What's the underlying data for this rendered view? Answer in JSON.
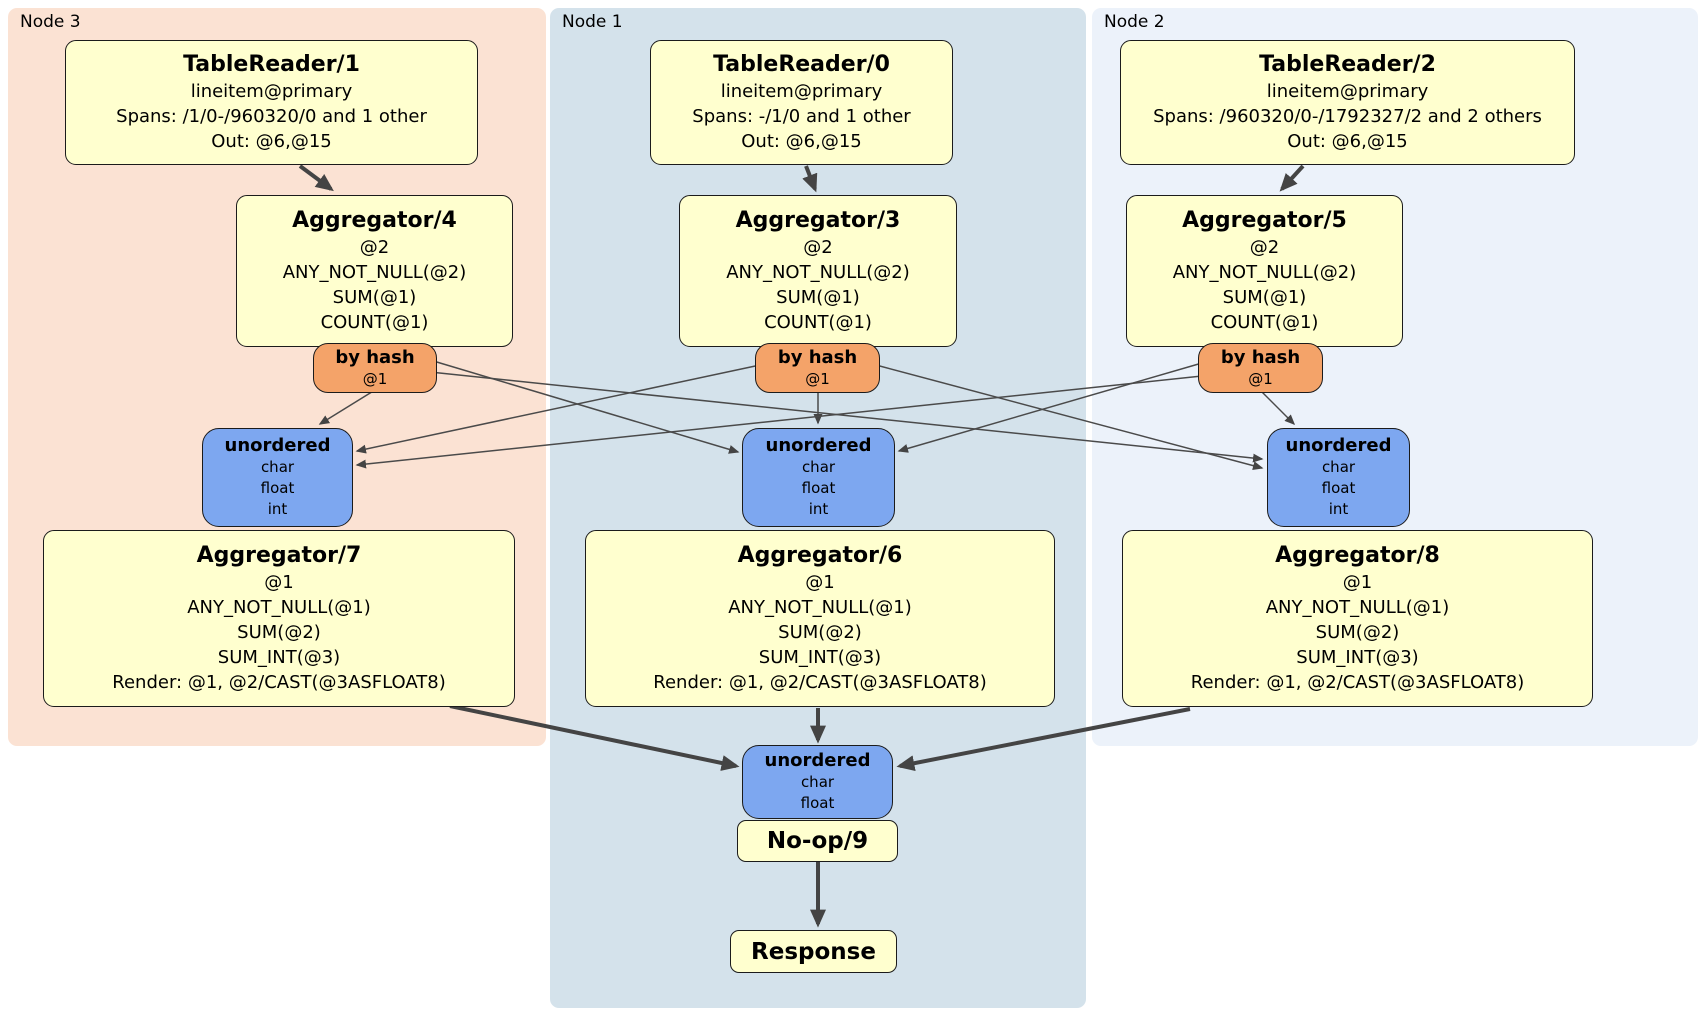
{
  "panels": [
    {
      "label": "Node 3"
    },
    {
      "label": "Node 1"
    },
    {
      "label": "Node 2"
    }
  ],
  "boxes": {
    "tr1": {
      "title": "TableReader/1",
      "lines": [
        "lineitem@primary",
        "Spans: /1/0-/960320/0 and 1 other",
        "Out: @6,@15"
      ]
    },
    "tr0": {
      "title": "TableReader/0",
      "lines": [
        "lineitem@primary",
        "Spans: -/1/0 and 1 other",
        "Out: @6,@15"
      ]
    },
    "tr2": {
      "title": "TableReader/2",
      "lines": [
        "lineitem@primary",
        "Spans: /960320/0-/1792327/2 and 2 others",
        "Out: @6,@15"
      ]
    },
    "agg4": {
      "title": "Aggregator/4",
      "lines": [
        "@2",
        "ANY_NOT_NULL(@2)",
        "SUM(@1)",
        "COUNT(@1)"
      ]
    },
    "agg3": {
      "title": "Aggregator/3",
      "lines": [
        "@2",
        "ANY_NOT_NULL(@2)",
        "SUM(@1)",
        "COUNT(@1)"
      ]
    },
    "agg5": {
      "title": "Aggregator/5",
      "lines": [
        "@2",
        "ANY_NOT_NULL(@2)",
        "SUM(@1)",
        "COUNT(@1)"
      ]
    },
    "agg7": {
      "title": "Aggregator/7",
      "lines": [
        "@1",
        "ANY_NOT_NULL(@1)",
        "SUM(@2)",
        "SUM_INT(@3)",
        "Render: @1, @2/CAST(@3ASFLOAT8)"
      ]
    },
    "agg6": {
      "title": "Aggregator/6",
      "lines": [
        "@1",
        "ANY_NOT_NULL(@1)",
        "SUM(@2)",
        "SUM_INT(@3)",
        "Render: @1, @2/CAST(@3ASFLOAT8)"
      ]
    },
    "agg8": {
      "title": "Aggregator/8",
      "lines": [
        "@1",
        "ANY_NOT_NULL(@1)",
        "SUM(@2)",
        "SUM_INT(@3)",
        "Render: @1, @2/CAST(@3ASFLOAT8)"
      ]
    },
    "noop": {
      "title": "No-op/9"
    },
    "response": {
      "title": "Response"
    }
  },
  "routers": [
    {
      "title": "by hash",
      "key": "@1"
    },
    {
      "title": "by hash",
      "key": "@1"
    },
    {
      "title": "by hash",
      "key": "@1"
    }
  ],
  "syncs": [
    {
      "title": "unordered",
      "types": [
        "char",
        "float",
        "int"
      ]
    },
    {
      "title": "unordered",
      "types": [
        "char",
        "float",
        "int"
      ]
    },
    {
      "title": "unordered",
      "types": [
        "char",
        "float",
        "int"
      ]
    },
    {
      "title": "unordered",
      "types": [
        "char",
        "float"
      ]
    }
  ],
  "colors": {
    "panel_node3": "#fbe2d3",
    "panel_node1": "#d4e2eb",
    "panel_node2": "#ecf2fa",
    "processor_fill": "#ffffcf",
    "router_fill": "#f4a369",
    "sync_fill": "#7da7f0",
    "edge": "#444444"
  }
}
